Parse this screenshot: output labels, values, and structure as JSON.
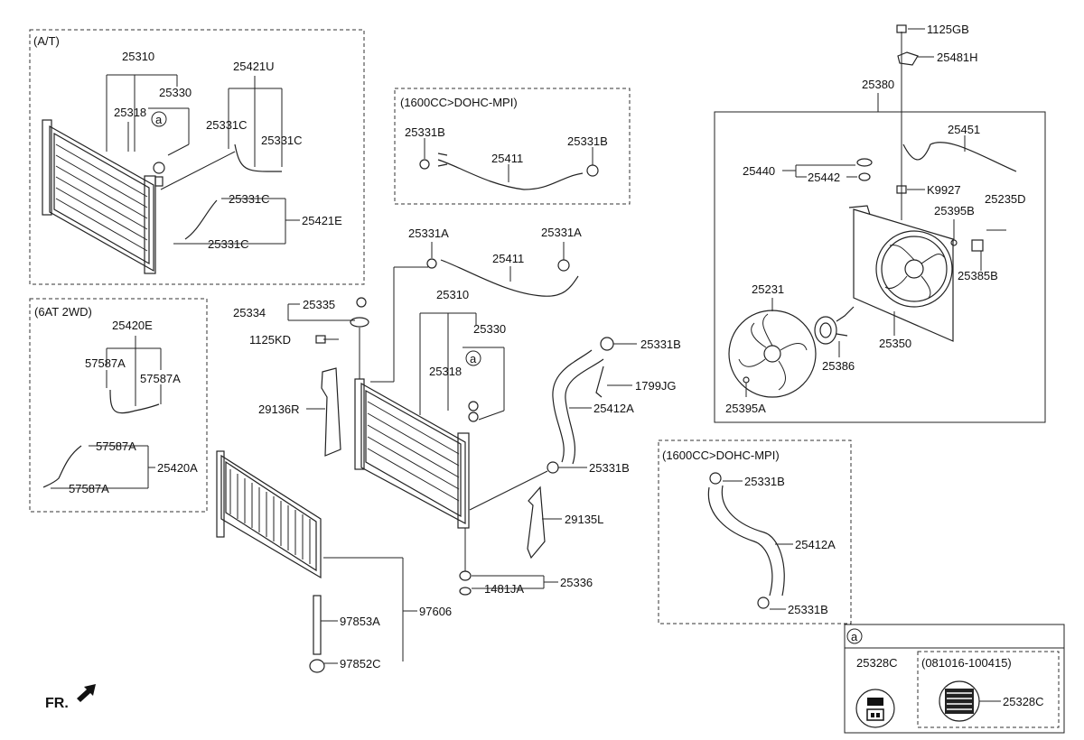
{
  "sections": {
    "at": "(A/T)",
    "dohc_top": "(1600CC>DOHC-MPI)",
    "sixat": "(6AT 2WD)",
    "dohc_bottom": "(1600CC>DOHC-MPI)",
    "callout_a": "a",
    "date_range": "(081016-100415)"
  },
  "labels": {
    "at_25310": "25310",
    "at_25330": "25330",
    "at_25318": "25318",
    "at_a": "a",
    "at_25421U": "25421U",
    "at_25331C_1": "25331C",
    "at_25331C_2": "25331C",
    "at_25331C_3": "25331C",
    "at_25421E": "25421E",
    "at_25331C_4": "25331C",
    "dt_25331B_1": "25331B",
    "dt_25411": "25411",
    "dt_25331B_2": "25331B",
    "x_25331A_1": "25331A",
    "x_25331A_2": "25331A",
    "x_25411": "25411",
    "x_25335": "25335",
    "x_25334": "25334",
    "x_1125KD": "1125KD",
    "x_25310": "25310",
    "x_25330": "25330",
    "x_a": "a",
    "x_25318": "25318",
    "x_25331B_1": "25331B",
    "x_1799JG": "1799JG",
    "x_29136R": "29136R",
    "x_25412A": "25412A",
    "x_25331B_2": "25331B",
    "x_29135L": "29135L",
    "x_25336": "25336",
    "x_1481JA": "1481JA",
    "x_97606": "97606",
    "x_97853A": "97853A",
    "x_97852C": "97852C",
    "s6_25420E": "25420E",
    "s6_57587A_1": "57587A",
    "s6_57587A_2": "57587A",
    "s6_57587A_3": "57587A",
    "s6_25420A": "25420A",
    "s6_57587A_4": "57587A",
    "db_25331B_1": "25331B",
    "db_25412A": "25412A",
    "db_25331B_2": "25331B",
    "f_1125GB": "1125GB",
    "f_25481H": "25481H",
    "f_25380": "25380",
    "f_25451": "25451",
    "f_25440": "25440",
    "f_25442": "25442",
    "f_K9927": "K9927",
    "f_25395B": "25395B",
    "f_25235D": "25235D",
    "f_25385B": "25385B",
    "f_25231": "25231",
    "f_25350": "25350",
    "f_25386": "25386",
    "f_25395A": "25395A",
    "c_25328C_1": "25328C",
    "c_25328C_2": "25328C",
    "fr": "FR."
  }
}
